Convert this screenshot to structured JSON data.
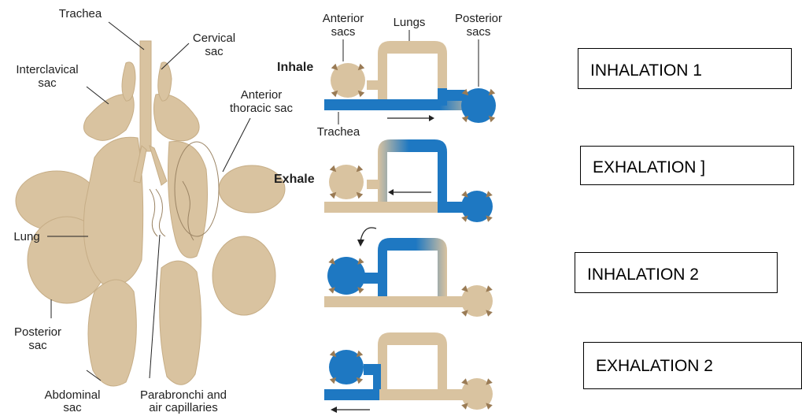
{
  "anatomy_labels": {
    "trachea": "Trachea",
    "cervical": [
      "Cervical",
      "sac"
    ],
    "interclavical": [
      "Interclavical",
      "sac"
    ],
    "anterior_thoracic": [
      "Anterior",
      "thoracic sac"
    ],
    "lung": "Lung",
    "posterior": [
      "Posterior",
      "sac"
    ],
    "abdominal": [
      "Abdominal",
      "sac"
    ],
    "parabronchi": [
      "Parabronchi and",
      "air capillaries"
    ]
  },
  "flow_labels": {
    "anterior_sacs": [
      "Anterior",
      "sacs"
    ],
    "lungs": "Lungs",
    "posterior_sacs": [
      "Posterior",
      "sacs"
    ],
    "inhale": "Inhale",
    "exhale": "Exhale",
    "trachea": "Trachea"
  },
  "phase_boxes": [
    "INHALATION 1",
    "EXHALATION ]",
    "INHALATION 2",
    "EXHALATION 2"
  ],
  "colors": {
    "tissue": "#d9c3a0",
    "tissue_edge": "#b9a27c",
    "air": "#1e78c2",
    "line": "#222222",
    "tip": "#9a7b55"
  }
}
